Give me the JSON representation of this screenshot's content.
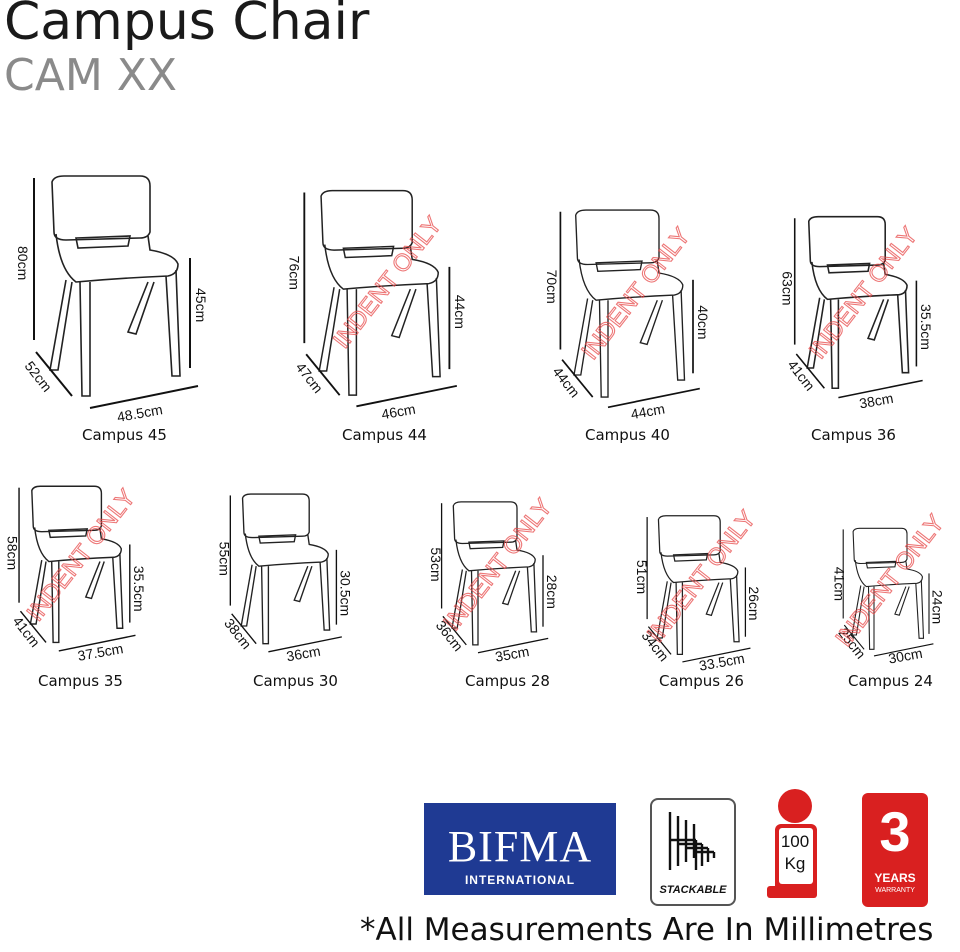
{
  "header": {
    "title": "Campus Chair",
    "subtitle": "CAM XX"
  },
  "watermark": "INDENT ONLY",
  "chairs": [
    {
      "name": "Campus 45",
      "height": "80cm",
      "seat_height": "45cm",
      "depth": "52cm",
      "width": "48.5cm",
      "watermark": false
    },
    {
      "name": "Campus 44",
      "height": "76cm",
      "seat_height": "44cm",
      "depth": "47cm",
      "width": "46cm",
      "watermark": true
    },
    {
      "name": "Campus 40",
      "height": "70cm",
      "seat_height": "40cm",
      "depth": "44cm",
      "width": "44cm",
      "watermark": true
    },
    {
      "name": "Campus 36",
      "height": "63cm",
      "seat_height": "35.5cm",
      "depth": "41cm",
      "width": "38cm",
      "watermark": true
    },
    {
      "name": "Campus 35",
      "height": "58cm",
      "seat_height": "35.5cm",
      "depth": "41cm",
      "width": "37.5cm",
      "watermark": true
    },
    {
      "name": "Campus 30",
      "height": "55cm",
      "seat_height": "30.5cm",
      "depth": "38cm",
      "width": "36cm",
      "watermark": false
    },
    {
      "name": "Campus 28",
      "height": "53cm",
      "seat_height": "28cm",
      "depth": "36cm",
      "width": "35cm",
      "watermark": true
    },
    {
      "name": "Campus 26",
      "height": "51cm",
      "seat_height": "26cm",
      "depth": "34cm",
      "width": "33.5cm",
      "watermark": true
    },
    {
      "name": "Campus 24",
      "height": "41cm",
      "seat_height": "24cm",
      "depth": "25cm",
      "width": "30cm",
      "watermark": true
    }
  ],
  "badges": {
    "bifma_main": "BIFMA",
    "bifma_sub": "INTERNATIONAL",
    "stackable": "STACKABLE",
    "weight_value": "100",
    "weight_unit": "Kg",
    "warranty_number": "3",
    "warranty_years": "YEARS",
    "warranty_label": "WARRANTY"
  },
  "colors": {
    "bifma_blue": "#1f3a93",
    "warranty_red": "#d92020",
    "watermark_red": "#e84a4a",
    "subtitle_gray": "#8a8a8a"
  },
  "footer": "*All Measurements Are In Millimetres"
}
